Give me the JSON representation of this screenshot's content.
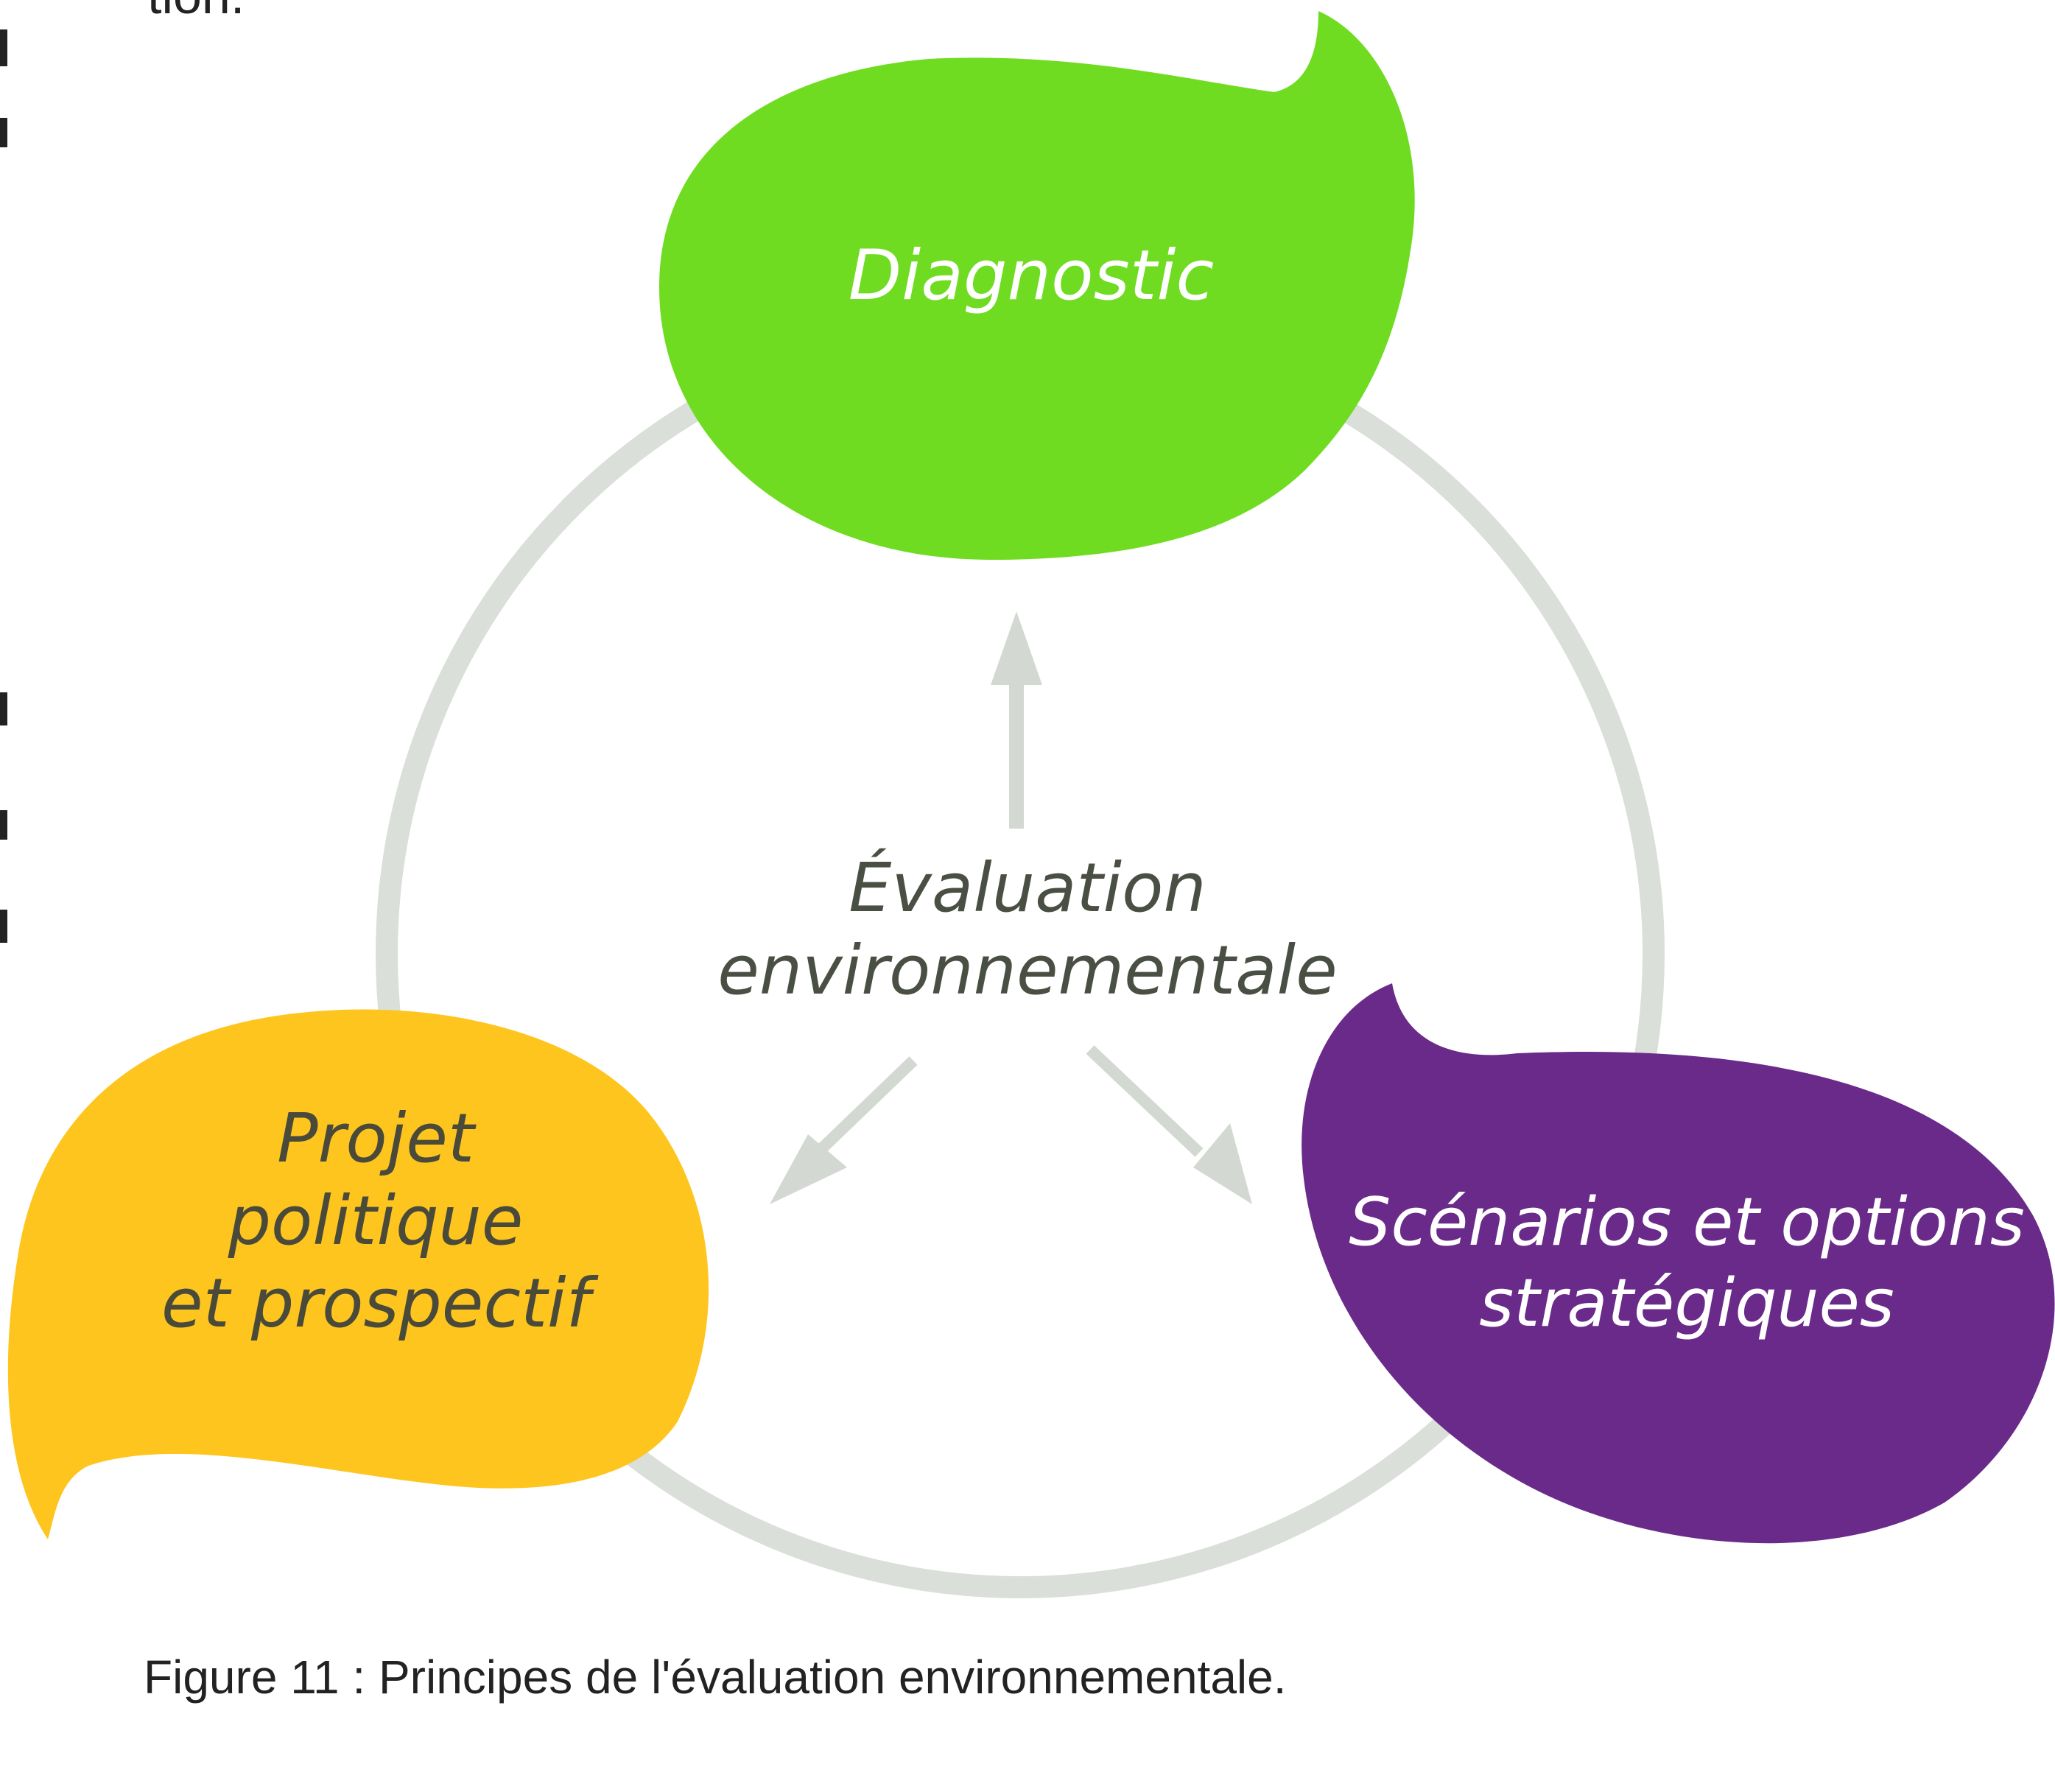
{
  "diagram": {
    "center_label": [
      "Évaluation",
      "environnementale"
    ],
    "nodes": [
      {
        "id": "diagnostic",
        "label": [
          "Diagnostic"
        ],
        "color": "#6fdc22"
      },
      {
        "id": "projet",
        "label": [
          "Projet",
          "politique",
          "et prospectif"
        ],
        "color": "#fdc51e"
      },
      {
        "id": "scenarios",
        "label": [
          "Scénarios et options",
          "stratégiques"
        ],
        "color": "#6a2a8a"
      }
    ],
    "ring_color": "#dadfd9",
    "arrow_color": "#d3d9d2"
  },
  "caption": "Figure 11 : Principes de l'évaluation environnementale.",
  "top_fragment": "tion."
}
